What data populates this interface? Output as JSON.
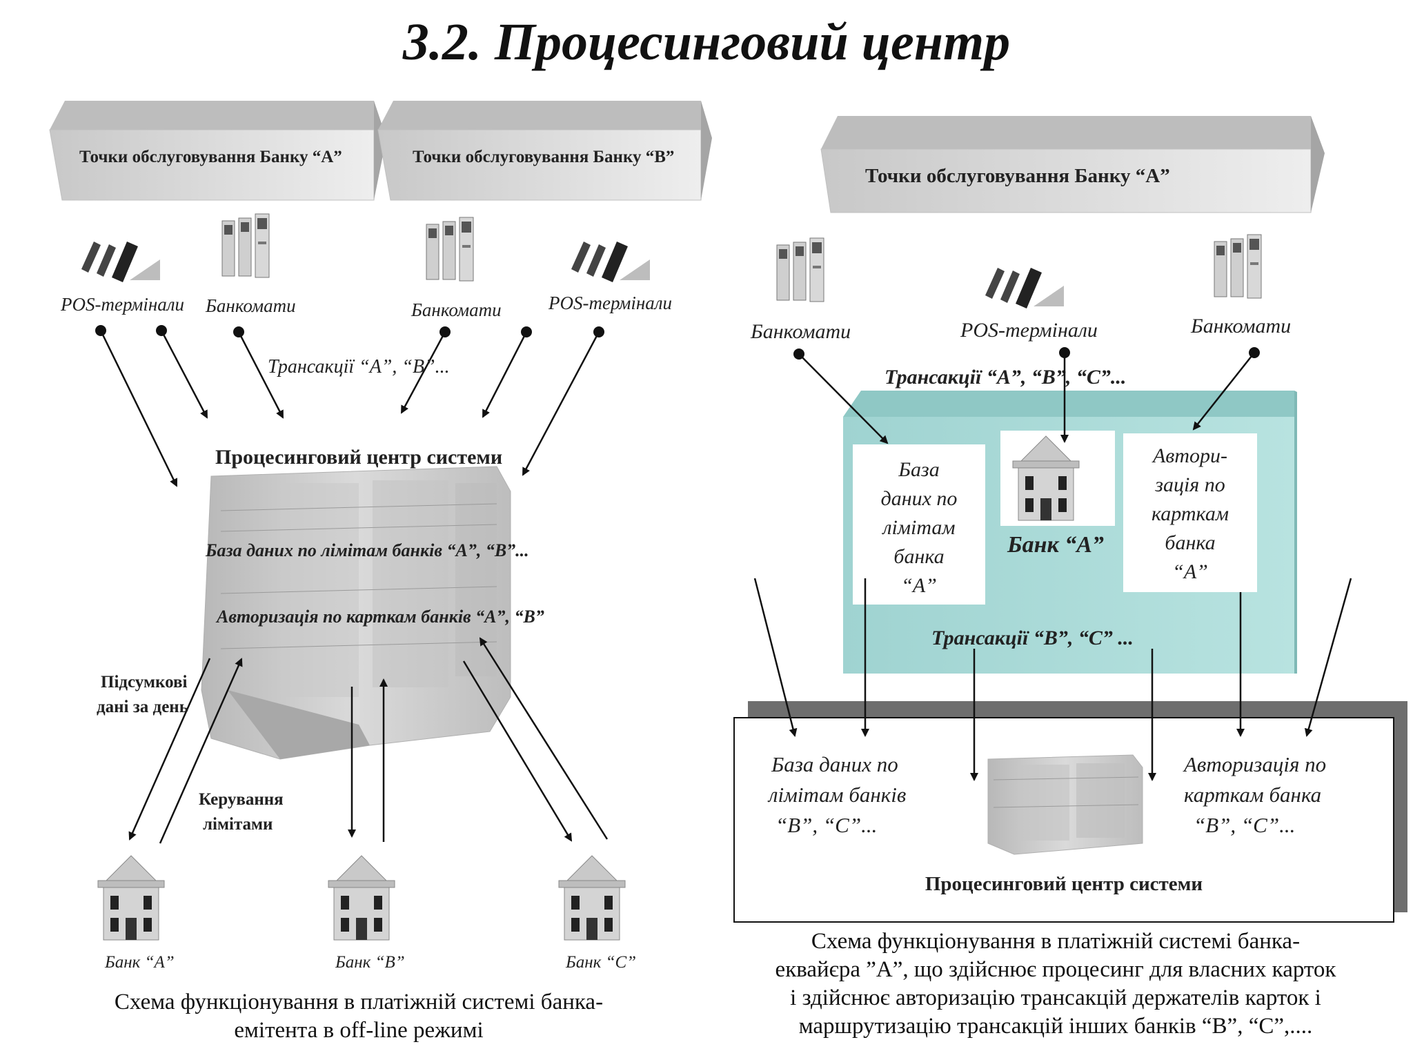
{
  "page_title": "3.2. Процесинговий центр",
  "left": {
    "service_points_a": "Точки обслуговування Банку “A”",
    "service_points_b": "Точки обслуговування Банку “B”",
    "pos_terminals": "POS-термінали",
    "atms": "Банкомати",
    "transactions": "Трансакції  “А”, “В”...",
    "processing_center": "Процесинговий центр системи",
    "database": "База даних по лімітам банків “А”, “В”...",
    "authorization": "Авторизація по карткам банків “А”, “В”",
    "daily_totals_line1": "Підсумкові",
    "daily_totals_line2": "дані за день",
    "limit_management_line1": "Керування",
    "limit_management_line2": "лімітами",
    "bank_a": "Банк “А”",
    "bank_b": "Банк “В”",
    "bank_c": "Банк “С”",
    "caption_line1": "Схема функціонування в платіжній системі банка-",
    "caption_line2": "емітента в off-line режимі"
  },
  "right": {
    "service_points_a": "Точки обслуговування Банку “A”",
    "atms": "Банкомати",
    "pos_terminals": "POS-термінали",
    "transactions_abc": "Трансакції “А”, “В”, “С”...",
    "db_lines": [
      "База",
      "даних по",
      "лімітам",
      "банка",
      "“А”"
    ],
    "bank_a": "Банк “А”",
    "auth_lines": [
      "Автори-",
      "зація по",
      "карткам",
      "банка",
      "“А”"
    ],
    "transactions_bc": "Трансакції “В”, “С” ...",
    "db_bc_lines": [
      "База даних по",
      "лімітам банків",
      "“В”, “С”..."
    ],
    "auth_bc_lines": [
      "Авторизація по",
      "карткам банка",
      "“В”, “С”..."
    ],
    "processing_center": "Процесинговий центр системи",
    "caption_lines": [
      "Схема функціонування в платіжній системі банка-",
      "еквайєра ”А”, що здійснює процесинг для власних карток",
      "і здійснює авторизацію трансакцій держателів карток і",
      "маршрутизацію трансакцій інших банків “В”, “С”,...."
    ]
  },
  "colors": {
    "teal_box": "#a8d8d6",
    "shadow": "#6e6e6e",
    "gray_box": "#d8d8d8"
  }
}
